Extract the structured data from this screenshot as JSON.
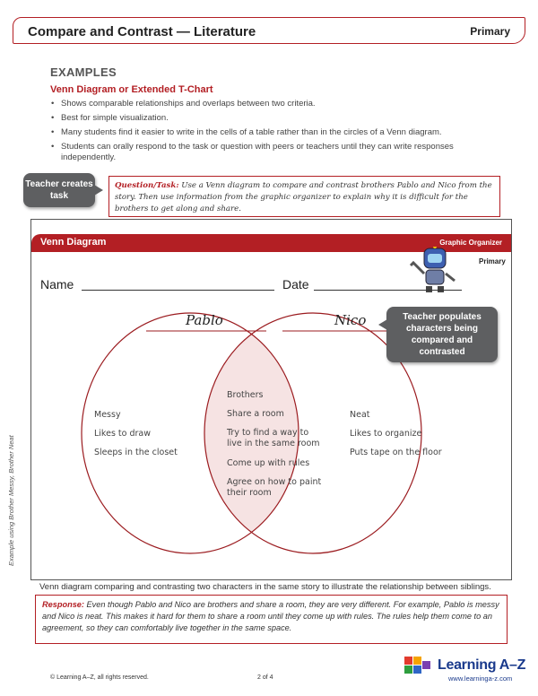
{
  "header": {
    "title": "Compare and Contrast — Literature",
    "level": "Primary"
  },
  "examples": {
    "heading": "EXAMPLES",
    "subheading": "Venn Diagram or Extended T-Chart",
    "bullets": [
      "Shows comparable relationships and overlaps between two criteria.",
      "Best for simple visualization.",
      "Many students find it easier to write in the cells of a table rather than in the circles of a Venn diagram.",
      "Students can orally respond to the task or question with peers or teachers until they can write responses independently."
    ]
  },
  "callouts": {
    "teacher_task": "Teacher creates task",
    "teacher_populates": "Teacher populates characters being compared and contrasted"
  },
  "task": {
    "label": "Question/Task:",
    "text": "Use a Venn diagram to compare and contrast brothers Pablo and Nico from the story. Then use information from the graphic organizer to explain why it is difficult for the brothers to get along and share."
  },
  "venn": {
    "title": "Venn Diagram",
    "organizer_label": "Graphic Organizer",
    "level": "Primary",
    "name_label": "Name",
    "date_label": "Date",
    "left_name": "Pablo",
    "right_name": "Nico",
    "left_items": [
      "Messy",
      "Likes to draw",
      "Sleeps in the closet"
    ],
    "center_items": [
      "Brothers",
      "Share a room",
      "Try to find a way to live in the same room",
      "Come up with rules",
      "Agree on how to paint their room"
    ],
    "right_items": [
      "Neat",
      "Likes to organize",
      "Puts tape on the floor"
    ],
    "side_note": "Example using Brother Messy, Brother Neat",
    "colors": {
      "accent": "#b31f24",
      "overlap": "#f6e3e3"
    }
  },
  "caption": "Venn diagram comparing and contrasting two characters in the same story to illustrate the relationship between siblings.",
  "response": {
    "label": "Response:",
    "text": "Even though Pablo and Nico are brothers and share a room, they are very different. For example, Pablo is messy and Nico is neat. This makes it hard for them to share a room until they come up with rules. The rules help them come to an agreement, so they can comfortably live together in the same space."
  },
  "footer": {
    "copyright": "© Learning A–Z, all rights reserved.",
    "page": "2 of 4",
    "brand": "Learning A–Z",
    "url": "www.learninga-z.com"
  }
}
